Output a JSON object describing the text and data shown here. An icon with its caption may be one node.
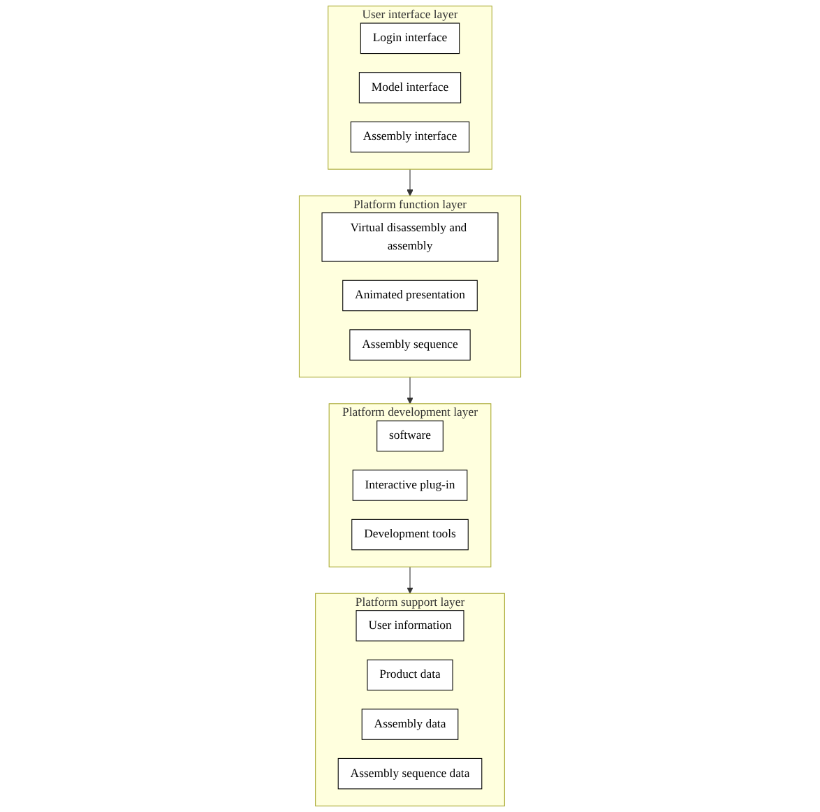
{
  "diagram": {
    "nodes": [
      {
        "text": [
          "User interface layer"
        ]
      },
      {
        "text": [
          "Login interface"
        ],
        "in": 0
      },
      {
        "text": [
          "Model interface"
        ],
        "in": 0
      },
      {
        "text": [
          "Assembly interface"
        ],
        "in": 0
      },
      {
        "text": [
          "Platform function layer"
        ]
      },
      {
        "text": [
          "Virtual disassembly and assembly"
        ],
        "in": 4
      },
      {
        "text": [
          "Animated presentation"
        ],
        "in": 4
      },
      {
        "text": [
          "Assembly sequence"
        ],
        "in": 4
      },
      {
        "text": [
          "Platform development layer"
        ]
      },
      {
        "text": [
          "software"
        ],
        "in": 8
      },
      {
        "text": [
          "Interactive plug-in"
        ],
        "in": 8
      },
      {
        "text": [
          "Development tools"
        ],
        "in": 8
      },
      {
        "text": [
          "Platform support layer"
        ]
      },
      {
        "text": [
          "User information"
        ],
        "in": 12
      },
      {
        "text": [
          "Product data"
        ],
        "in": 12
      },
      {
        "text": [
          "Assembly data"
        ],
        "in": 12
      },
      {
        "text": [
          "Assembly sequence data"
        ],
        "in": 12
      }
    ],
    "edges": [
      {
        "from": 0,
        "to": 4,
        "arrow": "to"
      },
      {
        "from": 4,
        "to": 8,
        "arrow": "to"
      },
      {
        "from": 8,
        "to": 12,
        "arrow": "to"
      }
    ]
  }
}
